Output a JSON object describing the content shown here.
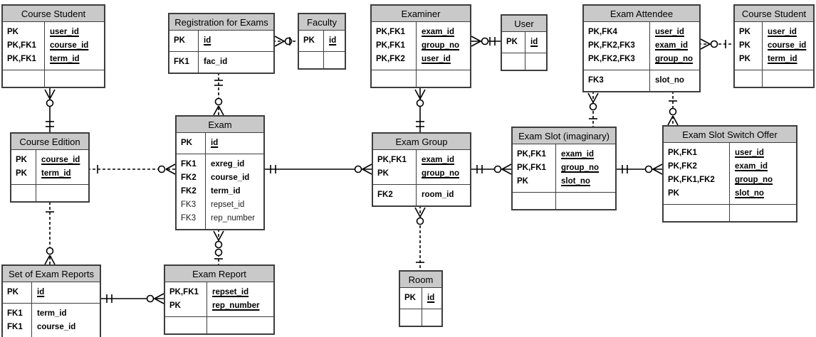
{
  "diagram": {
    "kind": "entity-relationship-diagram",
    "colors": {
      "header_fill": "#c9c9c9",
      "table_border": "#3d3d3d",
      "connector": "#000000",
      "background": "#ffffff"
    }
  },
  "tables": [
    {
      "id": "course-student-left",
      "title": "Course Student",
      "sections": [
        {
          "rows": [
            {
              "key": "PK",
              "attr": "user_id",
              "pk": true
            },
            {
              "key": "PK,FK1",
              "attr": "course_id",
              "pk": true
            },
            {
              "key": "PK,FK1",
              "attr": "term_id",
              "pk": true
            }
          ]
        },
        {
          "rows": []
        }
      ]
    },
    {
      "id": "registration-for-exams",
      "title": "Registration for Exams",
      "sections": [
        {
          "rows": [
            {
              "key": "PK",
              "attr": "id",
              "pk": true
            }
          ]
        },
        {
          "rows": [
            {
              "key": "FK1",
              "attr": "fac_id"
            }
          ]
        }
      ]
    },
    {
      "id": "faculty",
      "title": "Faculty",
      "sections": [
        {
          "rows": [
            {
              "key": "PK",
              "attr": "id",
              "pk": true
            }
          ]
        },
        {
          "rows": []
        }
      ]
    },
    {
      "id": "examiner",
      "title": "Examiner",
      "sections": [
        {
          "rows": [
            {
              "key": "PK,FK1",
              "attr": "exam_id",
              "pk": true
            },
            {
              "key": "PK,FK1",
              "attr": "group_no",
              "pk": true
            },
            {
              "key": "PK,FK2",
              "attr": "user_id",
              "pk": true
            }
          ]
        },
        {
          "rows": []
        }
      ]
    },
    {
      "id": "user",
      "title": "User",
      "sections": [
        {
          "rows": [
            {
              "key": "PK",
              "attr": "id",
              "pk": true
            }
          ]
        },
        {
          "rows": []
        }
      ]
    },
    {
      "id": "exam-attendee",
      "title": "Exam Attendee",
      "sections": [
        {
          "rows": [
            {
              "key": "PK,FK4",
              "attr": "user_id",
              "pk": true
            },
            {
              "key": "PK,FK2,FK3",
              "attr": "exam_id",
              "pk": true
            },
            {
              "key": "PK,FK2,FK3",
              "attr": "group_no",
              "pk": true
            }
          ]
        },
        {
          "rows": [
            {
              "key": "FK3",
              "attr": "slot_no"
            }
          ]
        }
      ]
    },
    {
      "id": "course-student-right",
      "title": "Course Student",
      "sections": [
        {
          "rows": [
            {
              "key": "PK",
              "attr": "user_id",
              "pk": true
            },
            {
              "key": "PK",
              "attr": "course_id",
              "pk": true
            },
            {
              "key": "PK",
              "attr": "term_id",
              "pk": true
            }
          ]
        },
        {
          "rows": []
        }
      ]
    },
    {
      "id": "course-edition",
      "title": "Course Edition",
      "sections": [
        {
          "rows": [
            {
              "key": "PK",
              "attr": "course_id",
              "pk": true
            },
            {
              "key": "PK",
              "attr": "term_id",
              "pk": true
            }
          ]
        },
        {
          "rows": []
        }
      ]
    },
    {
      "id": "exam",
      "title": "Exam",
      "sections": [
        {
          "rows": [
            {
              "key": "PK",
              "attr": "id",
              "pk": true
            }
          ]
        },
        {
          "rows": [
            {
              "key": "FK1",
              "attr": "exreg_id"
            },
            {
              "key": "FK2",
              "attr": "course_id"
            },
            {
              "key": "FK2",
              "attr": "term_id"
            },
            {
              "key": "FK3",
              "attr": "repset_id",
              "muted": true
            },
            {
              "key": "FK3",
              "attr": "rep_number",
              "muted": true
            }
          ]
        }
      ]
    },
    {
      "id": "exam-group",
      "title": "Exam Group",
      "sections": [
        {
          "rows": [
            {
              "key": "PK,FK1",
              "attr": "exam_id",
              "pk": true
            },
            {
              "key": "PK",
              "attr": "group_no",
              "pk": true
            }
          ]
        },
        {
          "rows": [
            {
              "key": "FK2",
              "attr": "room_id"
            }
          ]
        }
      ]
    },
    {
      "id": "exam-slot",
      "title": "Exam Slot (imaginary)",
      "sections": [
        {
          "rows": [
            {
              "key": "PK,FK1",
              "attr": "exam_id",
              "pk": true
            },
            {
              "key": "PK,FK1",
              "attr": "group_no",
              "pk": true
            },
            {
              "key": "PK",
              "attr": "slot_no",
              "pk": true
            }
          ]
        },
        {
          "rows": []
        }
      ]
    },
    {
      "id": "exam-slot-switch-offer",
      "title": "Exam Slot Switch Offer",
      "sections": [
        {
          "rows": [
            {
              "key": "PK,FK1",
              "attr": "user_id",
              "pk": true
            },
            {
              "key": "PK,FK2",
              "attr": "exam_id",
              "pk": true
            },
            {
              "key": "PK,FK1,FK2",
              "attr": "group_no",
              "pk": true
            },
            {
              "key": "PK",
              "attr": "slot_no",
              "pk": true
            }
          ]
        },
        {
          "rows": []
        }
      ]
    },
    {
      "id": "set-of-exam-reports",
      "title": "Set of Exam Reports",
      "sections": [
        {
          "rows": [
            {
              "key": "PK",
              "attr": "id",
              "pk": true
            }
          ]
        },
        {
          "rows": [
            {
              "key": "FK1",
              "attr": "term_id"
            },
            {
              "key": "FK1",
              "attr": "course_id"
            }
          ]
        }
      ]
    },
    {
      "id": "exam-report",
      "title": "Exam Report",
      "sections": [
        {
          "rows": [
            {
              "key": "PK,FK1",
              "attr": "repset_id",
              "pk": true
            },
            {
              "key": "PK",
              "attr": "rep_number",
              "pk": true
            }
          ]
        },
        {
          "rows": []
        }
      ]
    },
    {
      "id": "room",
      "title": "Room",
      "sections": [
        {
          "rows": [
            {
              "key": "PK",
              "attr": "id",
              "pk": true
            }
          ]
        },
        {
          "rows": []
        }
      ]
    }
  ],
  "relationships": [
    {
      "id": "r0",
      "from": "course-student-left",
      "to": "course-edition",
      "from_cardinality": "zero-or-many",
      "to_cardinality": "exactly-one",
      "style": "solid"
    },
    {
      "id": "r1",
      "from": "registration-for-exams",
      "to": "exam",
      "from_cardinality": "exactly-one",
      "to_cardinality": "zero-or-many",
      "style": "dashed"
    },
    {
      "id": "r2",
      "from": "registration-for-exams",
      "to": "faculty",
      "from_cardinality": "zero-or-many",
      "to_cardinality": "one",
      "style": "dashed"
    },
    {
      "id": "r3",
      "from": "examiner",
      "to": "exam-group",
      "from_cardinality": "zero-or-many",
      "to_cardinality": "exactly-one",
      "style": "solid"
    },
    {
      "id": "r4",
      "from": "examiner",
      "to": "user",
      "from_cardinality": "zero-or-many",
      "to_cardinality": "exactly-one",
      "style": "solid"
    },
    {
      "id": "r5",
      "from": "exam-attendee",
      "to": "exam-slot",
      "from_cardinality": "zero-or-many",
      "to_cardinality": "one",
      "style": "dashed"
    },
    {
      "id": "r6",
      "from": "exam-attendee",
      "to": "exam-slot-switch-offer",
      "from_cardinality": "one",
      "to_cardinality": "zero-or-many",
      "style": "dashed"
    },
    {
      "id": "r7",
      "from": "exam-attendee",
      "to": "course-student-right",
      "from_cardinality": "zero-or-many",
      "to_cardinality": "one",
      "style": "dashed"
    },
    {
      "id": "r8",
      "from": "course-edition",
      "to": "exam",
      "from_cardinality": "one",
      "to_cardinality": "zero-or-many",
      "style": "dashed"
    },
    {
      "id": "r9",
      "from": "course-edition",
      "to": "set-of-exam-reports",
      "from_cardinality": "one",
      "to_cardinality": "zero-or-many",
      "style": "dashed"
    },
    {
      "id": "r10",
      "from": "exam",
      "to": "exam-group",
      "from_cardinality": "exactly-one",
      "to_cardinality": "zero-or-many",
      "style": "solid"
    },
    {
      "id": "r11",
      "from": "exam",
      "to": "exam-report",
      "from_cardinality": "zero-or-many",
      "to_cardinality": "zero-or-one",
      "style": "dashed"
    },
    {
      "id": "r12",
      "from": "set-of-exam-reports",
      "to": "exam-report",
      "from_cardinality": "exactly-one",
      "to_cardinality": "zero-or-many",
      "style": "solid"
    },
    {
      "id": "r13",
      "from": "exam-group",
      "to": "room",
      "from_cardinality": "zero-or-many",
      "to_cardinality": "one",
      "style": "dashed"
    },
    {
      "id": "r14",
      "from": "exam-group",
      "to": "exam-slot",
      "from_cardinality": "exactly-one",
      "to_cardinality": "zero-or-many",
      "style": "solid"
    },
    {
      "id": "r15",
      "from": "exam-slot",
      "to": "exam-slot-switch-offer",
      "from_cardinality": "exactly-one",
      "to_cardinality": "zero-or-many",
      "style": "solid"
    }
  ]
}
